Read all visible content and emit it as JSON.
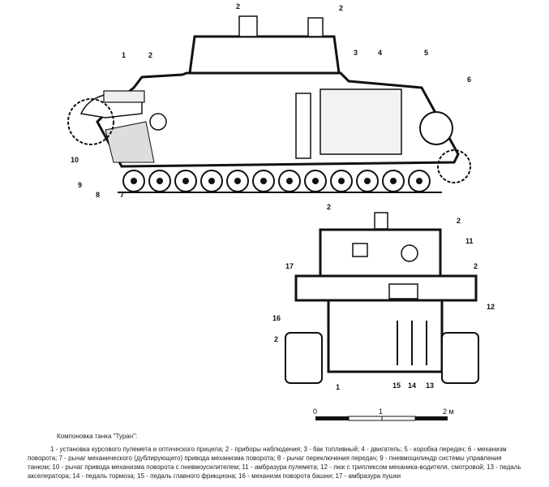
{
  "side_view_labels": [
    "2",
    "2",
    "1",
    "2",
    "3",
    "4",
    "5",
    "6",
    "10",
    "9",
    "8",
    "7"
  ],
  "front_view_labels": [
    "2",
    "2",
    "11",
    "17",
    "2",
    "12",
    "16",
    "2",
    "1",
    "15",
    "14",
    "13"
  ],
  "scale": {
    "ticks": [
      "0",
      "1",
      "2 м"
    ]
  },
  "caption": {
    "title": "Компоновка танка \"Туран\":",
    "body": "1 - установка курсового пулемета и оптического прицела; 2 - приборы наблюдения; 3 - бак топливный; 4 - двигатель; 5 - коробка передач; 6 - механизм поворота; 7 - рычаг механического (дублирующего) привода механизма поворота; 8 - рычаг переключения передач; 9 - пневмоцилиндр системы управления танком; 10 - рычаг привода механизма поворота с пневмоусилителем; 11 - амбразура пулемета; 12 - люк с триплексом механика-водителя, смотровой; 13 - педаль акселератора; 14 - педаль тормоза; 15 - педаль главного фрикциона; 16 - механизм поворота башни; 17 - амбразура пушки"
  }
}
